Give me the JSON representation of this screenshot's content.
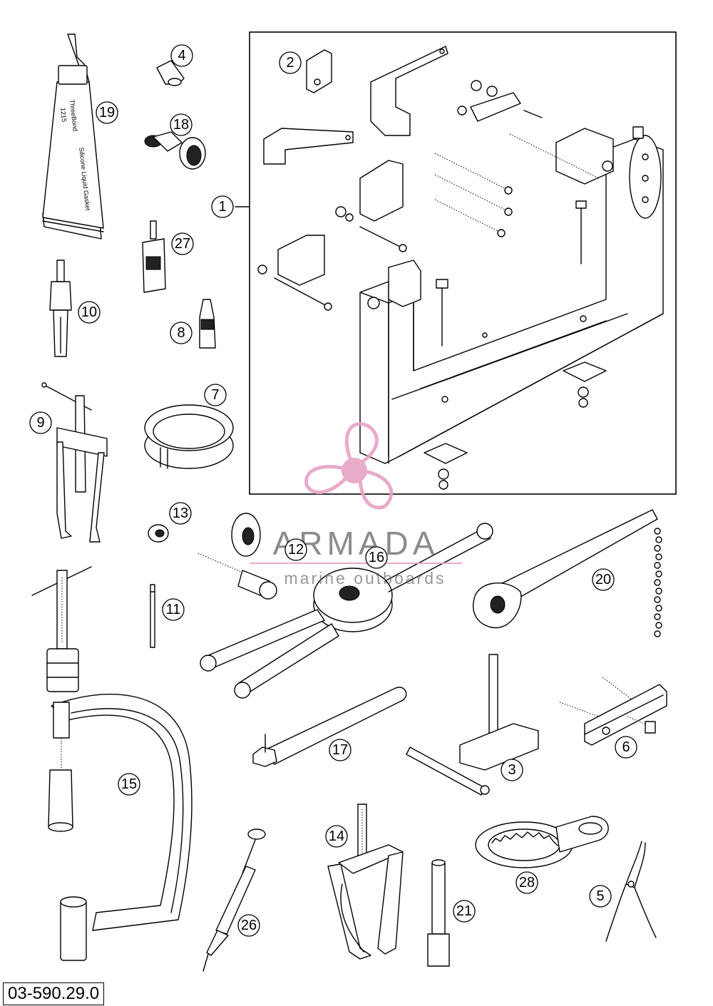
{
  "diagram_code": "03-590.29.0",
  "watermark": {
    "brand": "ARMADA",
    "tagline": "marine outboards",
    "logo_color": "#e6a3c4"
  },
  "tube_label": {
    "line1": "ThreeBond",
    "line2": "1215",
    "line3": "Silicone Liquid Gasket"
  },
  "callouts": [
    "1",
    "2",
    "3",
    "4",
    "5",
    "6",
    "7",
    "8",
    "9",
    "10",
    "11",
    "12",
    "13",
    "14",
    "15",
    "16",
    "17",
    "18",
    "19",
    "20",
    "21",
    "26",
    "27",
    "28"
  ]
}
